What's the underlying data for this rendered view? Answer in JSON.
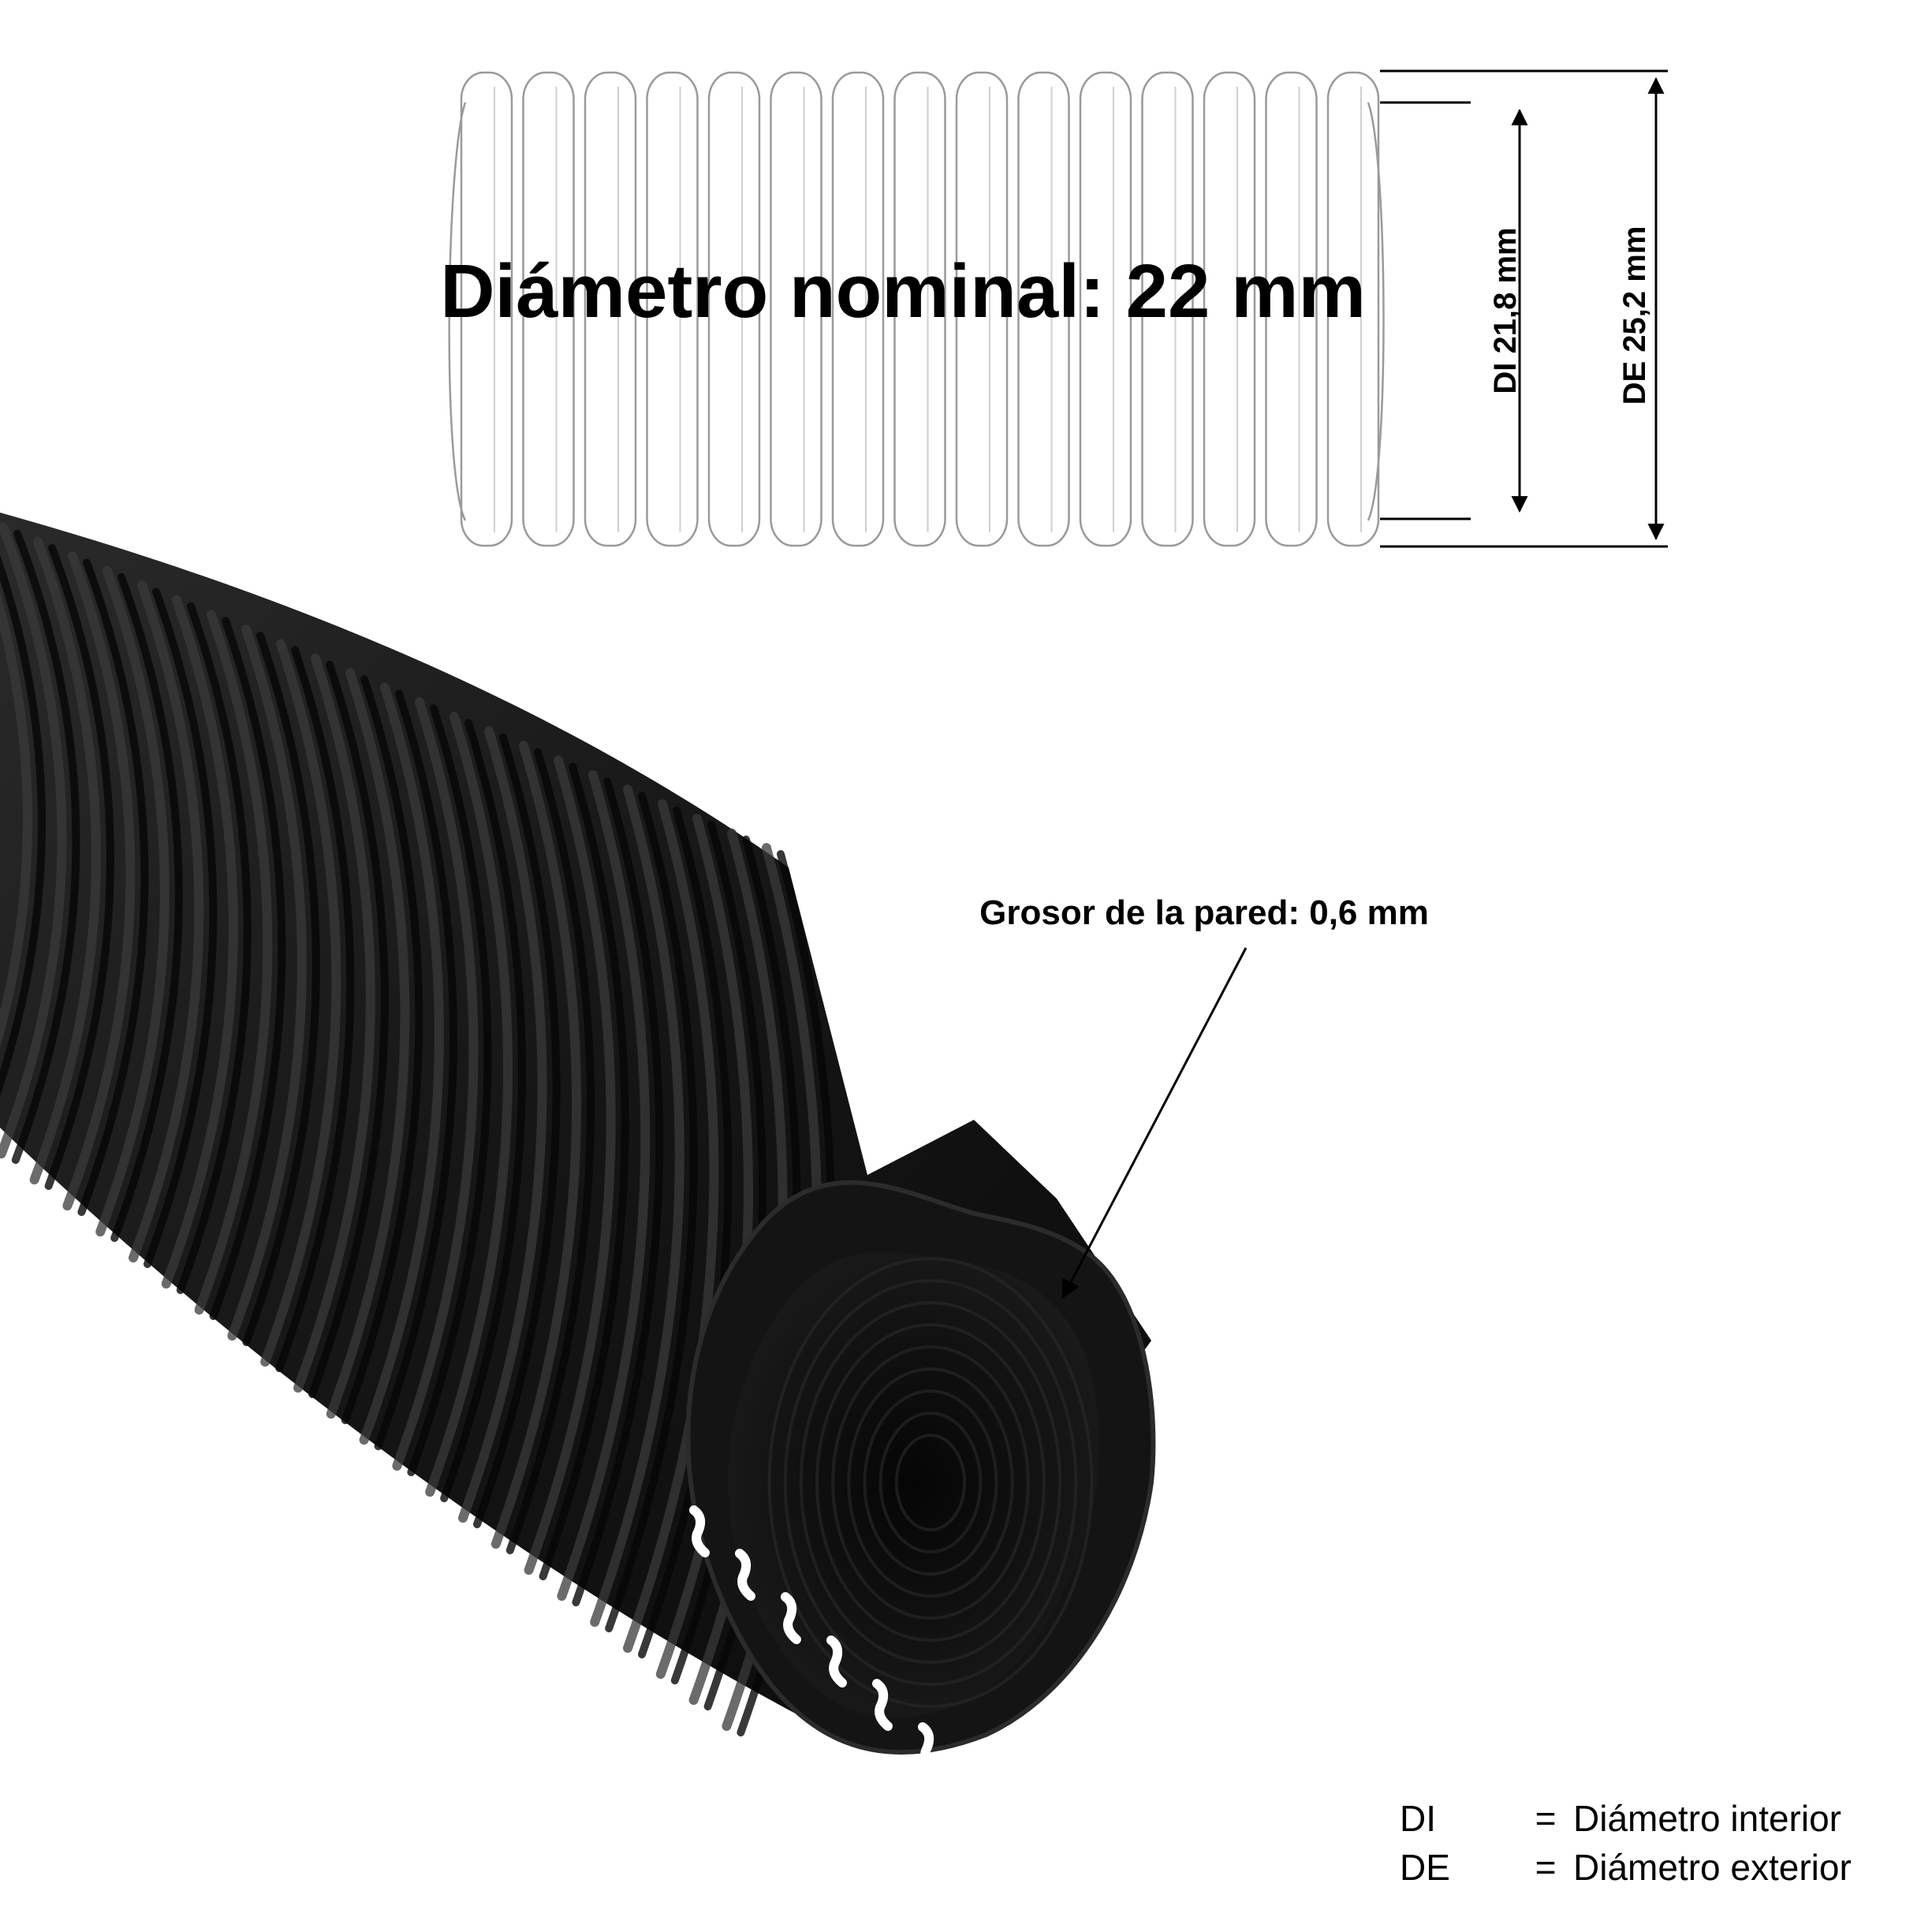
{
  "diagram": {
    "title": "Diámetro nominal: 22 mm",
    "inner_diameter_label": "DI 21,8 mm",
    "outer_diameter_label": "DE 25,2 mm",
    "wall_thickness_label": "Grosor de la pared: 0,6 mm",
    "legend": [
      {
        "abbr": "DI",
        "eq": "=",
        "definition": "Diámetro interior"
      },
      {
        "abbr": "DE",
        "eq": "=",
        "definition": "Diámetro exterior"
      }
    ],
    "colors": {
      "tube": "#161616",
      "tube_rib_light": "#3a3a3a",
      "outline": "#9a9a9a",
      "text": "#000000"
    }
  }
}
